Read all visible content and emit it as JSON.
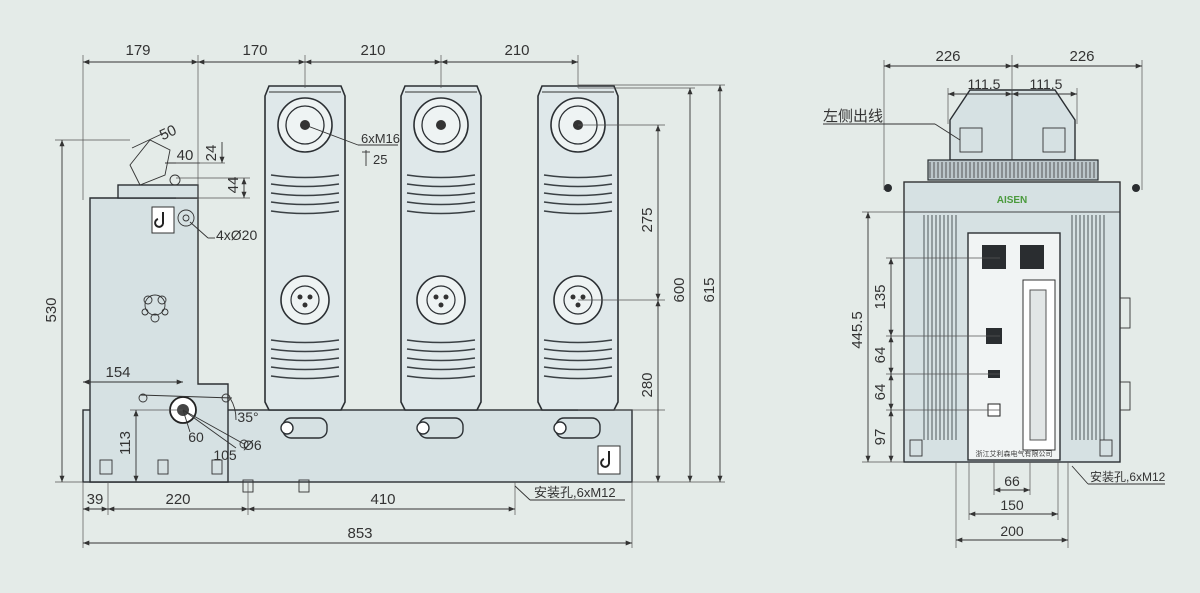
{
  "dimensions": {
    "top_179": "179",
    "top_170": "170",
    "top_210_a": "210",
    "top_210_b": "210",
    "d50": "50",
    "d40": "40",
    "d24": "24",
    "d44": "44",
    "hole_4xd20": "4xØ20",
    "thread_6xm16": "6xM16",
    "depth_25": "25",
    "h275": "275",
    "h280": "280",
    "h600": "600",
    "h615": "615",
    "h530": "530",
    "d154": "154",
    "d113": "113",
    "d35deg": "35°",
    "d60": "60",
    "d105": "105",
    "d6": "Ø6",
    "b39": "39",
    "b220": "220",
    "b410": "410",
    "b853": "853",
    "mount_hole": "安装孔,6xM12",
    "r226_a": "226",
    "r226_b": "226",
    "r111_5_a": "111.5",
    "r111_5_b": "111.5",
    "left_outlet": "左侧出线",
    "r445_5": "445.5",
    "r135": "135",
    "r64_a": "64",
    "r64_b": "64",
    "r97": "97",
    "r66": "66",
    "r150": "150",
    "r200": "200",
    "r_mount_hole": "安装孔,6xM12"
  },
  "panel": {
    "brand": "AISEN",
    "company": "浙江艾利森电气有限公司"
  }
}
